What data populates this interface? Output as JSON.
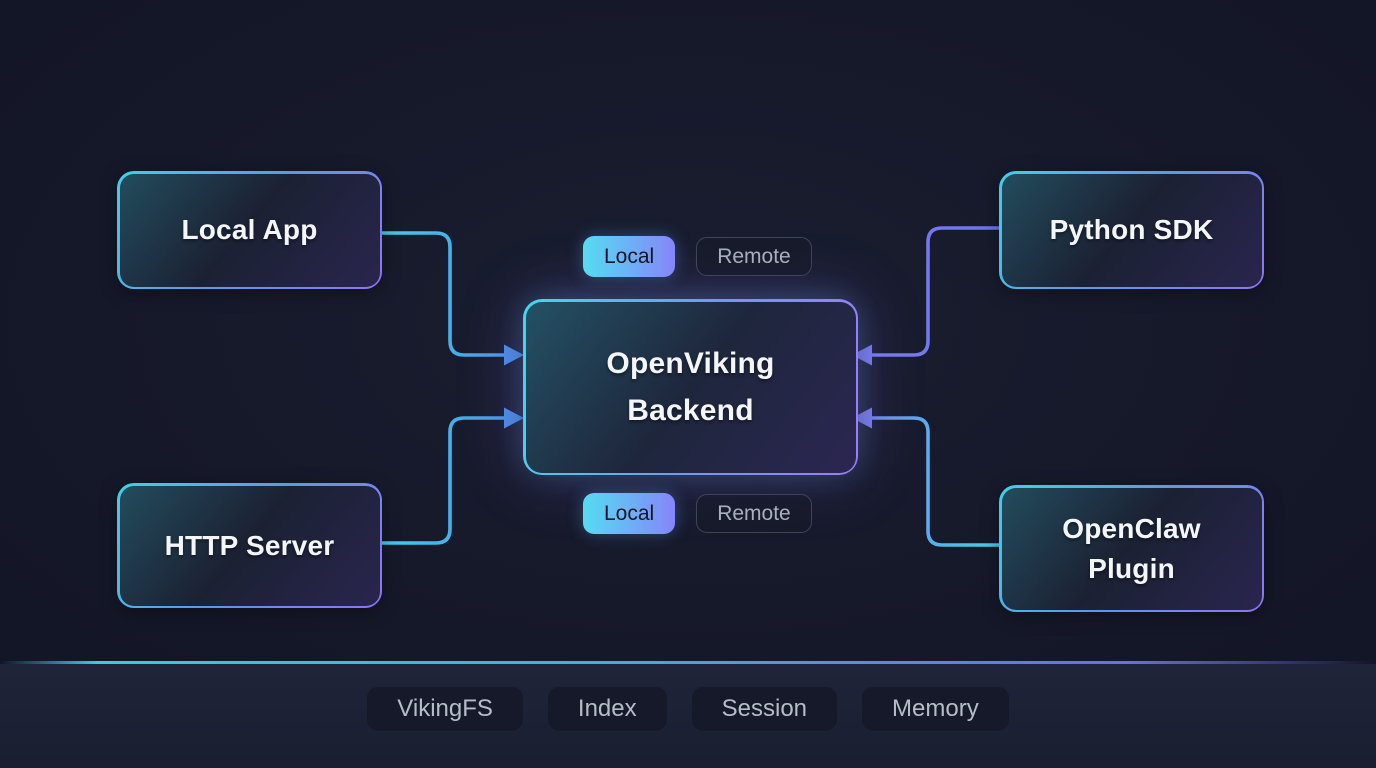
{
  "diagram": {
    "nodes": {
      "local_app": {
        "lines": [
          "Local App"
        ]
      },
      "http_server": {
        "lines": [
          "HTTP Server"
        ]
      },
      "python_sdk": {
        "lines": [
          "Python SDK"
        ]
      },
      "openclaw": {
        "lines": [
          "OpenClaw",
          "Plugin"
        ]
      },
      "backend": {
        "lines": [
          "OpenViking",
          "Backend"
        ]
      }
    },
    "connectors": [
      {
        "from": "local_app",
        "to": "backend",
        "direction": "right"
      },
      {
        "from": "http_server",
        "to": "backend",
        "direction": "right"
      },
      {
        "from": "python_sdk",
        "to": "backend",
        "direction": "left"
      },
      {
        "from": "openclaw",
        "to": "backend",
        "direction": "left"
      }
    ],
    "toggles": {
      "top": [
        {
          "label": "Local",
          "state": "selected"
        },
        {
          "label": "Remote",
          "state": "unselected"
        }
      ],
      "bottom": [
        {
          "label": "Local",
          "state": "selected"
        },
        {
          "label": "Remote",
          "state": "unselected"
        }
      ]
    },
    "footer": {
      "chips": [
        {
          "label": "VikingFS"
        },
        {
          "label": "Index"
        },
        {
          "label": "Session"
        },
        {
          "label": "Memory"
        }
      ]
    }
  },
  "colors": {
    "background": "#141726",
    "node_border_start": "#41d0e8",
    "node_border_end": "#8f74f0",
    "connector_cyan": "#3fd2ec",
    "connector_blue": "#4b8fe8",
    "connector_periwinkle": "#7b7df0",
    "toggle_selected_start": "#55dcf2",
    "toggle_selected_end": "#8486fa",
    "toggle_selected_text": "#0e1424",
    "footer_panel": "#1d2133",
    "chip_background": "#151929",
    "text_primary": "#f4f6fa",
    "text_muted": "#a9afbc"
  }
}
